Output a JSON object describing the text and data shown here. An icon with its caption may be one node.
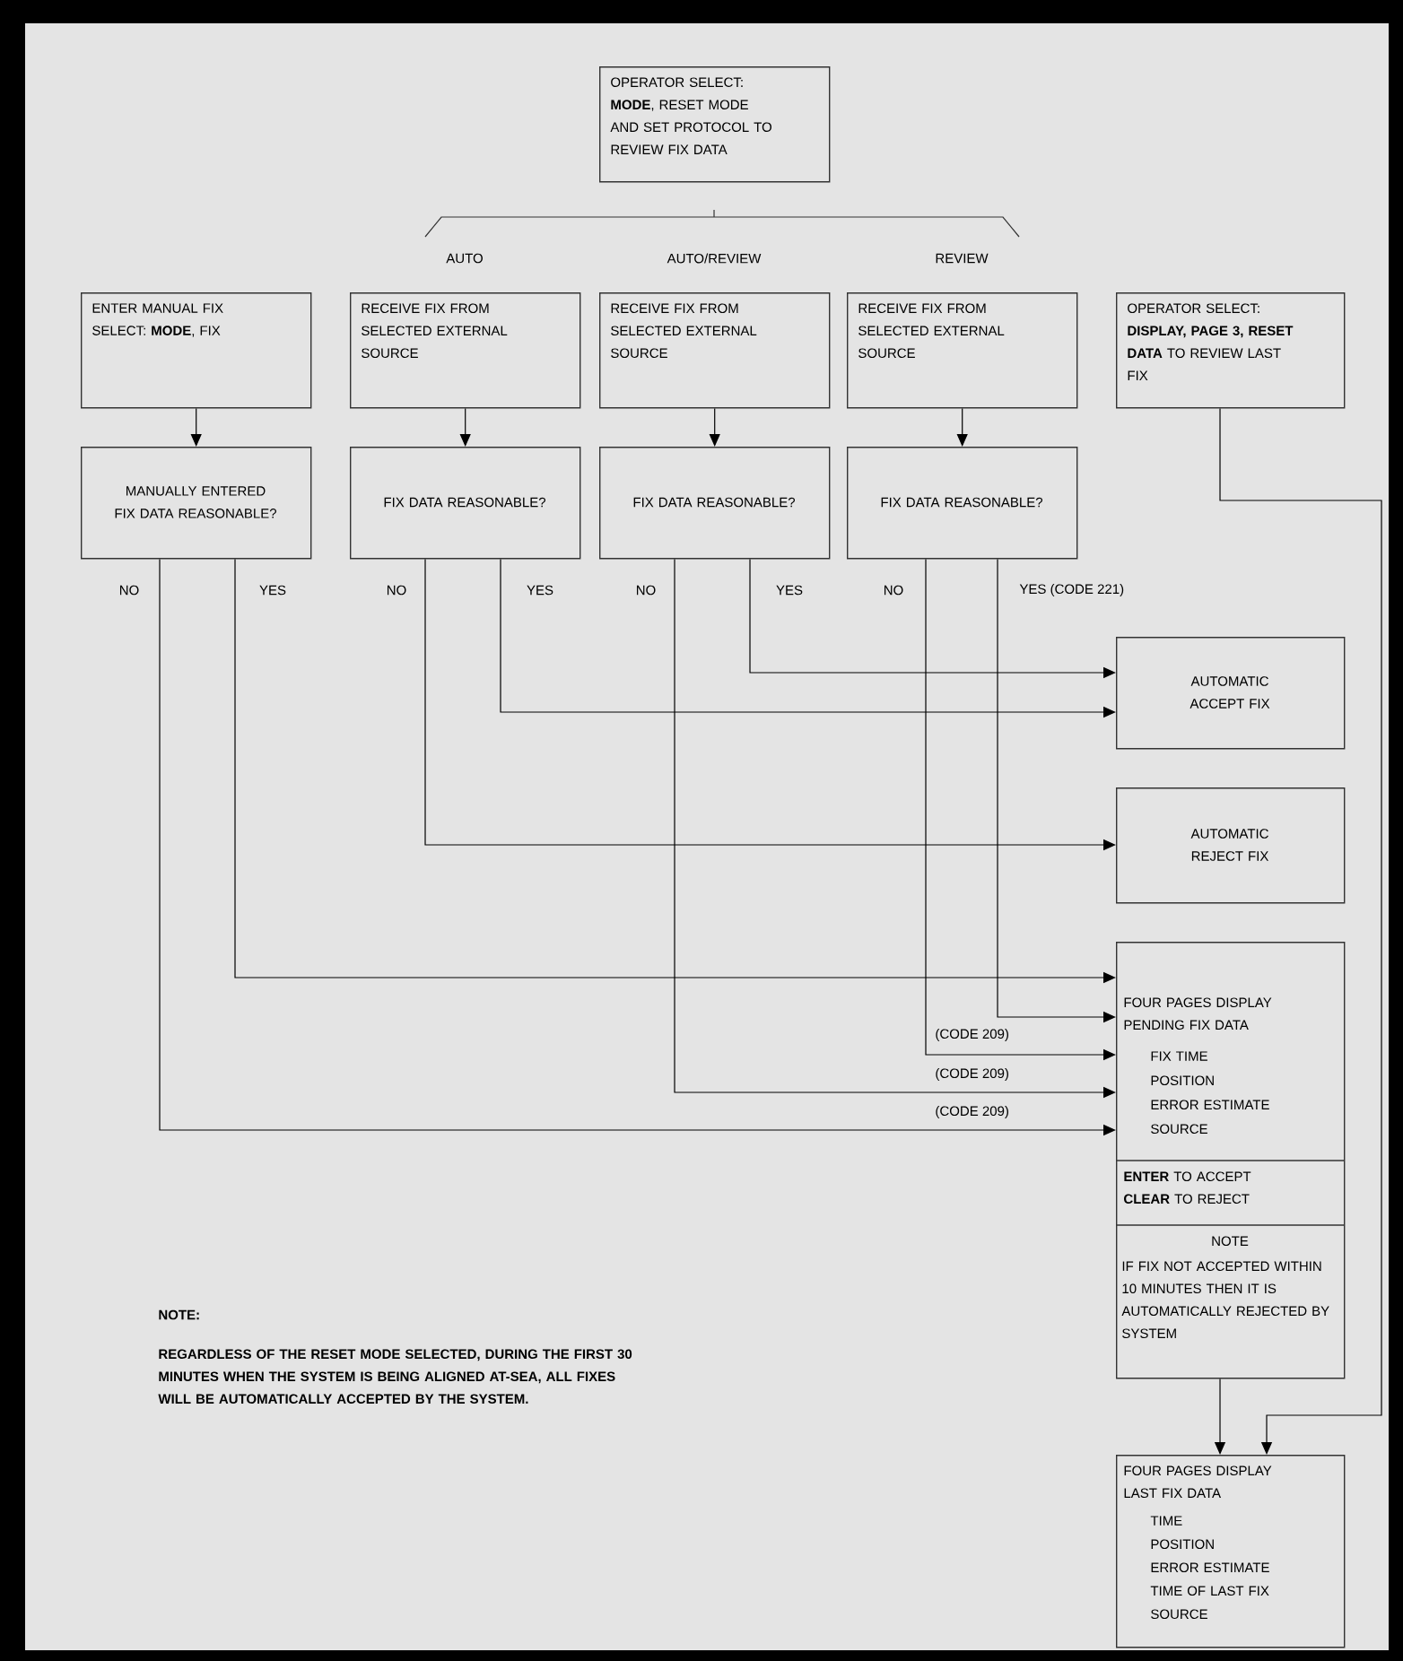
{
  "diagram": {
    "nodes": [
      {
        "text": [
          "OPERATOR SELECT: **MODE**, RESET MODE AND SET PROTOCOL TO REVIEW FIX DATA"
        ]
      },
      {
        "text": [
          "ENTER MANUAL FIX SELECT: **MODE**, FIX"
        ]
      },
      {
        "text": [
          "RECEIVE FIX FROM SELECTED EXTERNAL SOURCE"
        ]
      },
      {
        "text": [
          "RECEIVE FIX FROM SELECTED EXTERNAL SOURCE"
        ]
      },
      {
        "text": [
          "RECEIVE FIX FROM SELECTED EXTERNAL SOURCE"
        ]
      },
      {
        "text": [
          "OPERATOR SELECT: **DISPLAY, PAGE 3, RESET DATA** TO REVIEW LAST FIX"
        ]
      },
      {
        "text": [
          "MANUALLY ENTERED FIX DATA REASONABLE?"
        ]
      },
      {
        "text": [
          "FIX DATA REASONABLE?"
        ]
      },
      {
        "text": [
          "FIX DATA REASONABLE?"
        ]
      },
      {
        "text": [
          "FIX DATA REASONABLE?"
        ]
      },
      {
        "text": [
          "AUTOMATIC ACCEPT FIX"
        ]
      },
      {
        "text": [
          "AUTOMATIC REJECT FIX"
        ]
      },
      {
        "text": [
          "FOUR PAGES DISPLAY PENDING FIX DATA",
          "FIX TIME",
          "POSITION",
          "ERROR ESTIMATE",
          "SOURCE",
          "**ENTER** TO ACCEPT **CLEAR** TO REJECT",
          "NOTE",
          "IF FIX NOT ACCEPTED WITHIN 10 MINUTES THEN IT IS AUTOMATICALLY REJECTED BY SYSTEM"
        ]
      },
      {
        "text": [
          "FOUR PAGES DISPLAY LAST FIX DATA",
          "TIME",
          "POSITION",
          "ERROR ESTIMATE",
          "TIME OF LAST FIX",
          "SOURCE"
        ]
      }
    ],
    "edges": [
      {
        "from": 1,
        "to": 6,
        "arrow": "to"
      },
      {
        "from": 2,
        "to": 7,
        "arrow": "to"
      },
      {
        "from": 3,
        "to": 8,
        "arrow": "to"
      },
      {
        "from": 4,
        "to": 9,
        "arrow": "to"
      },
      {
        "from": 6,
        "to": 12,
        "arrow": "to",
        "label": "NO"
      },
      {
        "from": 6,
        "to": 12,
        "arrow": "to",
        "label": "YES"
      },
      {
        "from": 7,
        "to": 11,
        "arrow": "to",
        "label": "NO"
      },
      {
        "from": 7,
        "to": 10,
        "arrow": "to",
        "label": "YES"
      },
      {
        "from": 8,
        "to": 12,
        "arrow": "to",
        "label": "NO"
      },
      {
        "from": 8,
        "to": 10,
        "arrow": "to",
        "label": "YES"
      },
      {
        "from": 9,
        "to": 12,
        "arrow": "to",
        "label": "NO"
      },
      {
        "from": 9,
        "to": 12,
        "arrow": "to",
        "label": "YES (CODE 221)"
      },
      {
        "from": 12,
        "to": 13,
        "arrow": "to"
      },
      {
        "from": 5,
        "to": 13,
        "arrow": "to"
      }
    ],
    "labels": [
      "AUTO",
      "AUTO/REVIEW",
      "REVIEW",
      "(CODE 209)",
      "(CODE 209)",
      "(CODE 209)",
      "NOTE:",
      "REGARDLESS OF THE RESET MODE SELECTED, DURING THE FIRST 30 MINUTES WHEN THE SYSTEM IS BEING ALIGNED AT-SEA, ALL FIXES WILL BE AUTOMATICALLY ACCEPTED BY THE SYSTEM."
    ]
  }
}
